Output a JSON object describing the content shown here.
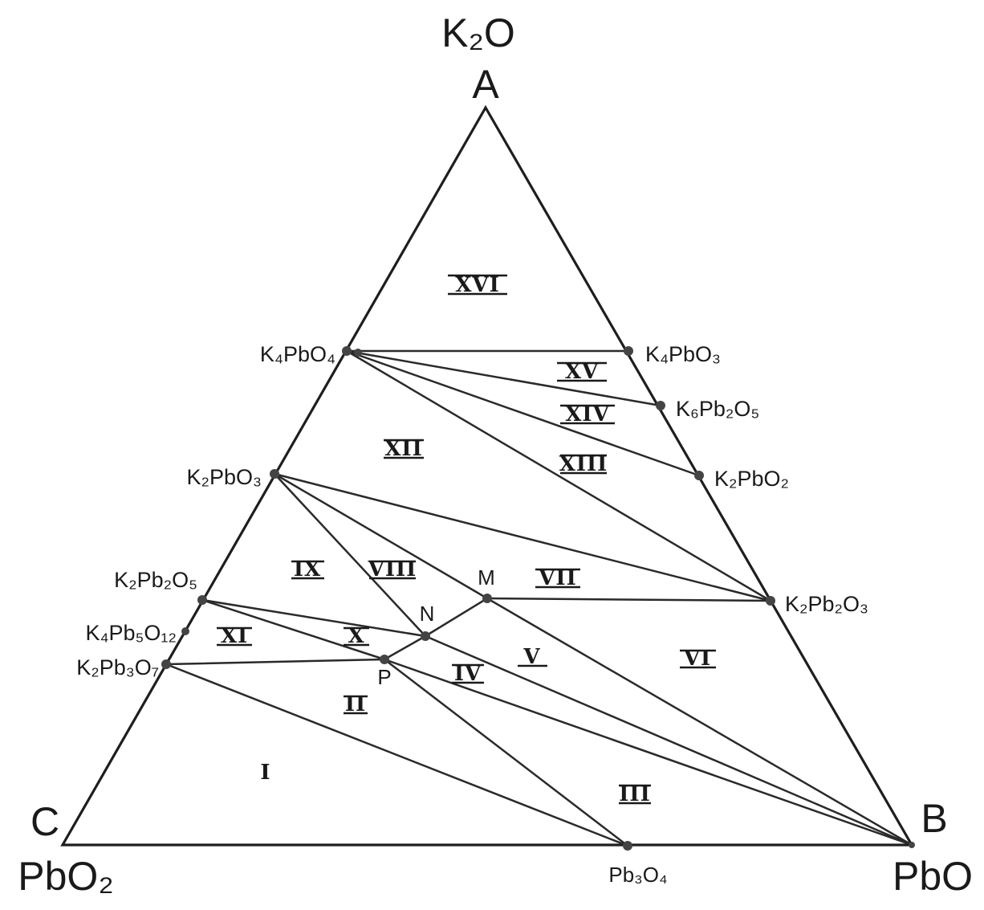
{
  "vertices": {
    "a": {
      "letter": "A",
      "oxide": "K₂O"
    },
    "b": {
      "letter": "B",
      "oxide": "PbO"
    },
    "c": {
      "letter": "C",
      "oxide": "PbO₂"
    }
  },
  "compounds": {
    "k4pbo4": "K₄PbO₄",
    "k4pbo3": "K₄PbO₃",
    "k6pb2o5": "K₆Pb₂O₅",
    "k2pbo2": "K₂PbO₂",
    "k2pbo3": "K₂PbO₃",
    "k2pb2o3": "K₂Pb₂O₃",
    "k2pb2o5": "K₂Pb₂O₅",
    "k4pb5o12": "K₄Pb₅O₁₂",
    "k2pb3o7": "K₂Pb₃O₇",
    "pb3o4": "Pb₃O₄"
  },
  "points": {
    "m": "M",
    "n": "N",
    "p": "P"
  },
  "regions": {
    "r1": "I",
    "r2": "II",
    "r3": "III",
    "r4": "IV",
    "r5": "V",
    "r6": "VI",
    "r7": "VII",
    "r8": "VIII",
    "r9": "IX",
    "r10": "X",
    "r11": "XI",
    "r12": "XII",
    "r13": "XIII",
    "r14": "XIV",
    "r15": "XV",
    "r16": "XVI"
  }
}
